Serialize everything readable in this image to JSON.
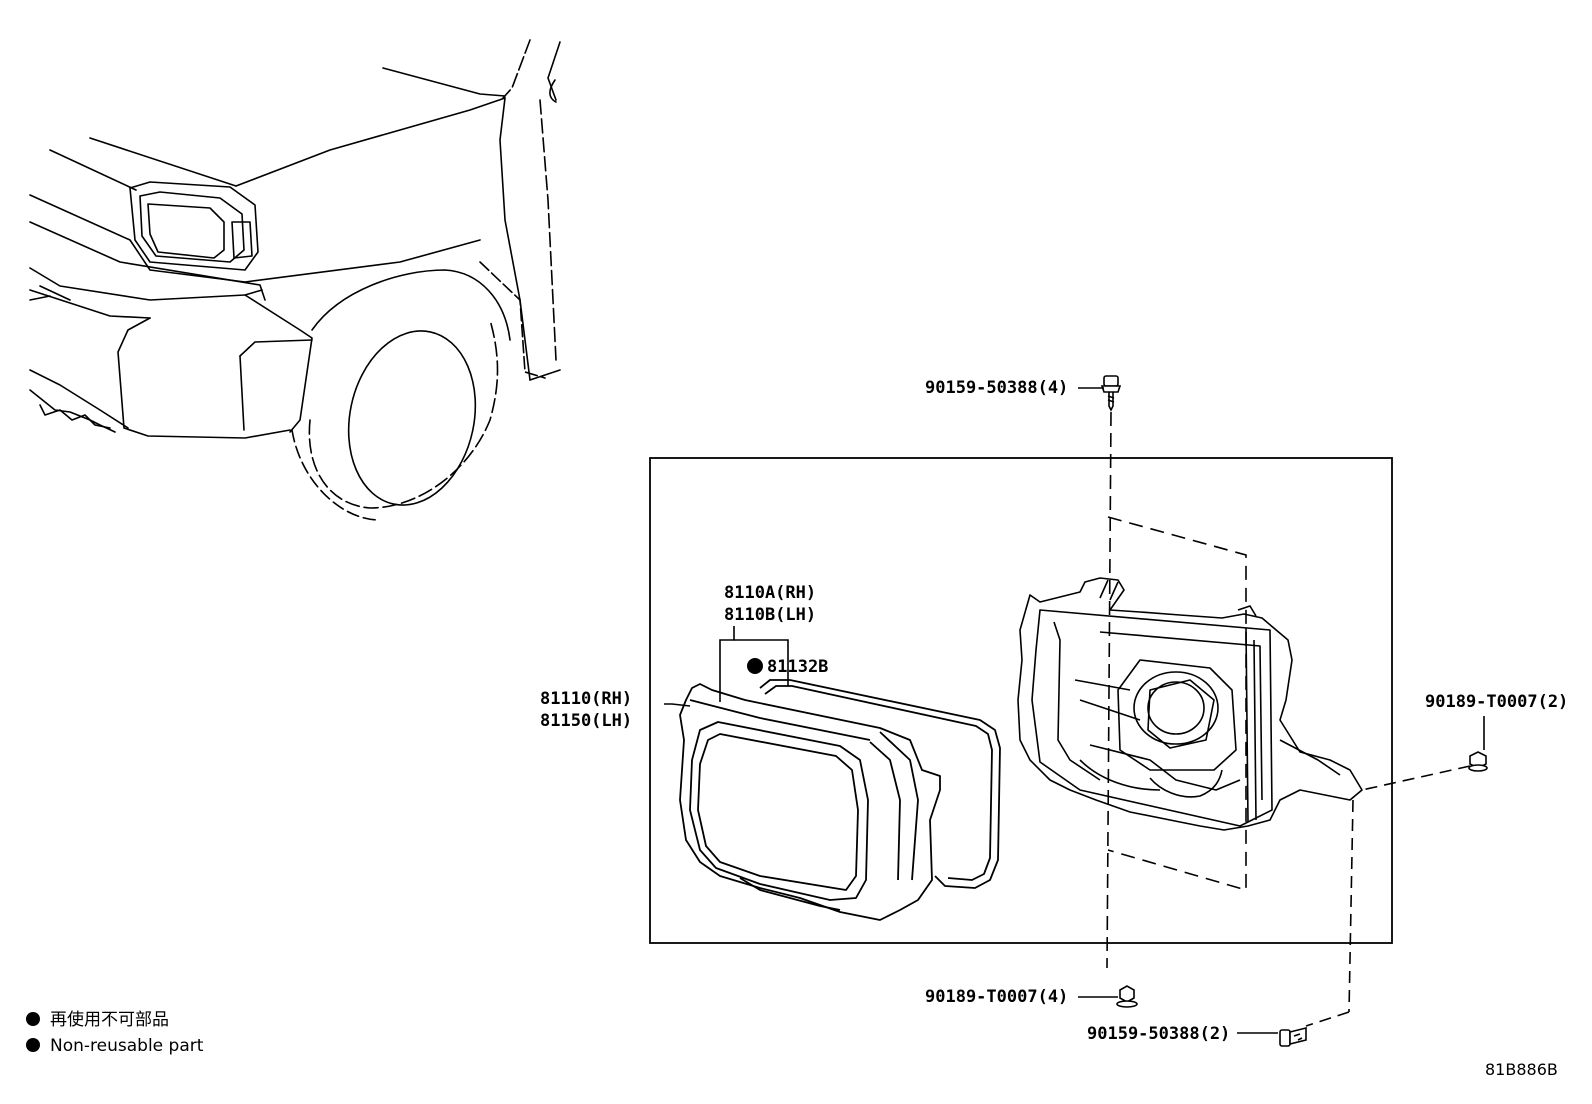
{
  "diagram": {
    "parts": {
      "fastener_top": "90159-50388(4)",
      "fastener_right": "90189-T0007(2)",
      "fastener_bottom_nut": "90189-T0007(4)",
      "fastener_bottom_screw": "90159-50388(2)",
      "lamp_assy_rh": "81110(RH)",
      "lamp_assy_lh": "81150(LH)",
      "lens_rh": "8110A(RH)",
      "lens_lh": "8110B(LH)",
      "gasket": "81132B"
    },
    "legend": {
      "jp": "再使用不可部品",
      "en": "Non-reusable part"
    },
    "figure_code": "81B886B"
  },
  "colors": {
    "line": "#000000",
    "background": "#ffffff"
  },
  "icons": [
    "bullet-dot-icon"
  ]
}
